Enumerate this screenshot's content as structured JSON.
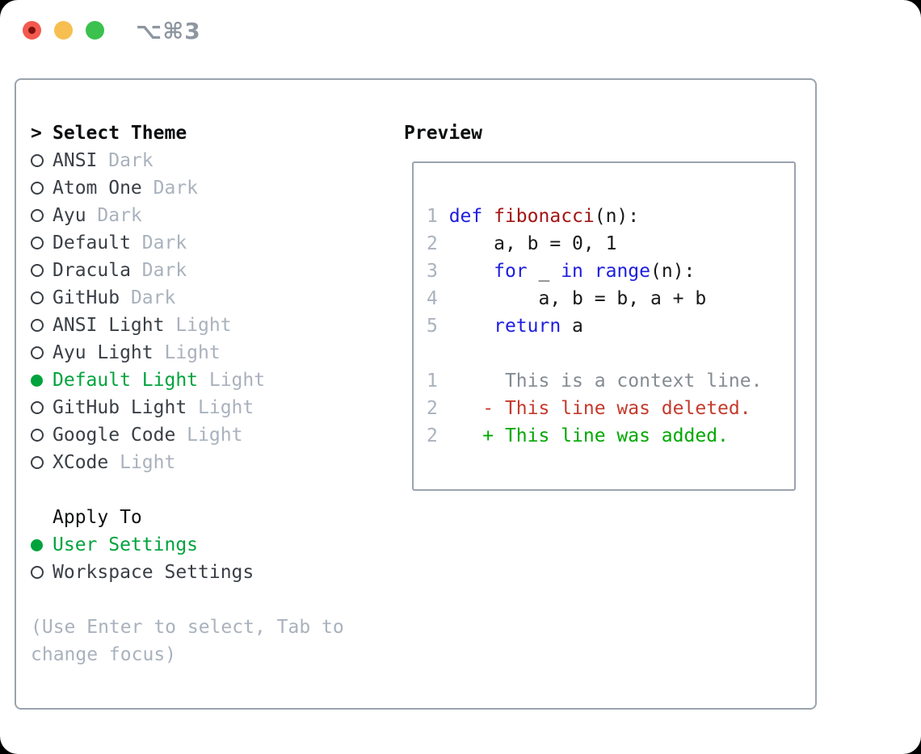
{
  "titlebar": {
    "shortcut_label": "⌥⌘3",
    "traffic_lights": [
      "close",
      "minimize",
      "zoom"
    ]
  },
  "colors": {
    "accent_green": "#00a33d",
    "keyword_blue": "#1d1de0",
    "function_red": "#a31515",
    "deleted_red": "#c43a2c",
    "added_green": "#00a800",
    "context_gray": "#848b92",
    "muted_gray": "#a9b2bd",
    "dark_text": "#3a3f46",
    "border_gray": "#9aa3ae",
    "traffic_red": "#f4594e",
    "traffic_yellow": "#f7bf4f",
    "traffic_green": "#3ac14e"
  },
  "theme_panel": {
    "cursor": ">",
    "title": "Select Theme",
    "items": [
      {
        "name": "ANSI",
        "variant": "Dark",
        "selected": false
      },
      {
        "name": "Atom One",
        "variant": "Dark",
        "selected": false
      },
      {
        "name": "Ayu",
        "variant": "Dark",
        "selected": false
      },
      {
        "name": "Default",
        "variant": "Dark",
        "selected": false
      },
      {
        "name": "Dracula",
        "variant": "Dark",
        "selected": false
      },
      {
        "name": "GitHub",
        "variant": "Dark",
        "selected": false
      },
      {
        "name": "ANSI Light",
        "variant": "Light",
        "selected": false
      },
      {
        "name": "Ayu Light",
        "variant": "Light",
        "selected": false
      },
      {
        "name": "Default Light",
        "variant": "Light",
        "selected": true
      },
      {
        "name": "GitHub Light",
        "variant": "Light",
        "selected": false
      },
      {
        "name": "Google Code",
        "variant": "Light",
        "selected": false
      },
      {
        "name": "XCode",
        "variant": "Light",
        "selected": false
      }
    ],
    "apply_to": {
      "title": "Apply To",
      "options": [
        {
          "label": "User Settings",
          "selected": true
        },
        {
          "label": "Workspace Settings",
          "selected": false
        }
      ]
    },
    "hint": "(Use Enter to select, Tab to change focus)"
  },
  "preview": {
    "title": "Preview",
    "lines": [
      {
        "num": "1",
        "tokens": [
          {
            "t": "def",
            "c": "kw"
          },
          {
            "t": " ",
            "c": "code"
          },
          {
            "t": "fibonacci",
            "c": "fn"
          },
          {
            "t": "(n):",
            "c": "code"
          }
        ]
      },
      {
        "num": "2",
        "tokens": [
          {
            "t": "    a, b = 0, 1",
            "c": "code"
          }
        ]
      },
      {
        "num": "3",
        "tokens": [
          {
            "t": "    ",
            "c": "code"
          },
          {
            "t": "for",
            "c": "kw"
          },
          {
            "t": " _ ",
            "c": "code"
          },
          {
            "t": "in",
            "c": "kw"
          },
          {
            "t": " ",
            "c": "code"
          },
          {
            "t": "range",
            "c": "kw"
          },
          {
            "t": "(n):",
            "c": "code"
          }
        ]
      },
      {
        "num": "4",
        "tokens": [
          {
            "t": "        a, b = b, a + b",
            "c": "code"
          }
        ]
      },
      {
        "num": "5",
        "tokens": [
          {
            "t": "    ",
            "c": "code"
          },
          {
            "t": "return",
            "c": "kw"
          },
          {
            "t": " a",
            "c": "code"
          }
        ]
      },
      {
        "num": "",
        "tokens": []
      },
      {
        "num": "1",
        "tokens": [
          {
            "t": "     This is a context line.",
            "c": "ctx"
          }
        ]
      },
      {
        "num": "2",
        "tokens": [
          {
            "t": "   - This line was deleted.",
            "c": "del"
          }
        ]
      },
      {
        "num": "2",
        "tokens": [
          {
            "t": "   + This line was added.",
            "c": "add"
          }
        ]
      }
    ]
  }
}
